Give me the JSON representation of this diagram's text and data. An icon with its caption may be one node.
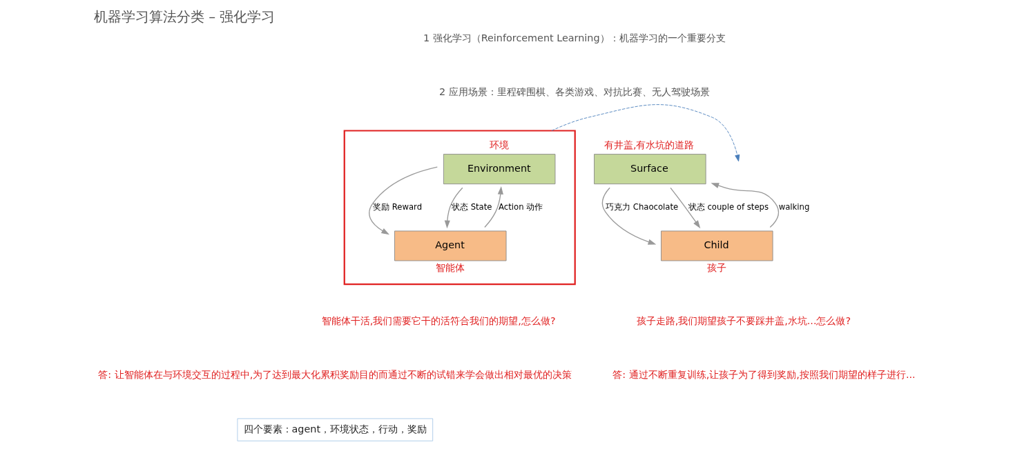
{
  "diagram": {
    "title": "机器学习算法分类 – 强化学习",
    "nodes": [
      {
        "text": [],
        "shape": "box"
      },
      {
        "text": [
          "Environment"
        ],
        "beside": [
          "环境"
        ],
        "in": 0
      },
      {
        "text": [
          "Agent"
        ],
        "beside": [
          "智能体"
        ],
        "in": 0
      },
      {
        "text": [
          "Surface"
        ],
        "beside": [
          "有井盖,有水坑的道路"
        ]
      },
      {
        "text": [
          "Child"
        ],
        "beside": [
          "孩子"
        ]
      }
    ],
    "edges": [
      {
        "from": 1,
        "to": 2,
        "arrow": "to",
        "label": "奖励 Reward"
      },
      {
        "from": 1,
        "to": 2,
        "arrow": "to",
        "label": "状态 State"
      },
      {
        "from": 2,
        "to": 1,
        "arrow": "to",
        "label": "Action 动作"
      },
      {
        "from": 0,
        "to": null,
        "arrow": "to",
        "style": "dashed",
        "color": "#4a7ebb"
      },
      {
        "from": 3,
        "to": 4,
        "arrow": "to",
        "label": "巧克力 Chaocolate"
      },
      {
        "from": 3,
        "to": 4,
        "arrow": "to",
        "label": "状态 couple of steps"
      },
      {
        "from": 4,
        "to": 3,
        "arrow": "to",
        "label": "walking"
      }
    ],
    "labels": [
      "1 强化学习（Reinforcement Learning）：机器学习的一个重要分支",
      "2 应用场景：里程碑围棋、各类游戏、对抗比赛、无人驾驶场景",
      "智能体干活,我们需要它干的活符合我们的期望,怎么做?",
      "答: 让智能体在与环境交互的过程中,为了达到最大化累积奖励目的而通过不断的试错来学会做出相对最优的决策",
      "孩子走路,我们期望孩子不要踩井盖,水坑...怎么做?",
      "答: 通过不断重复训练,让孩子为了得到奖励,按照我们期望的样子进行...",
      "四个要素：agent，环境状态，行动，奖励"
    ]
  }
}
